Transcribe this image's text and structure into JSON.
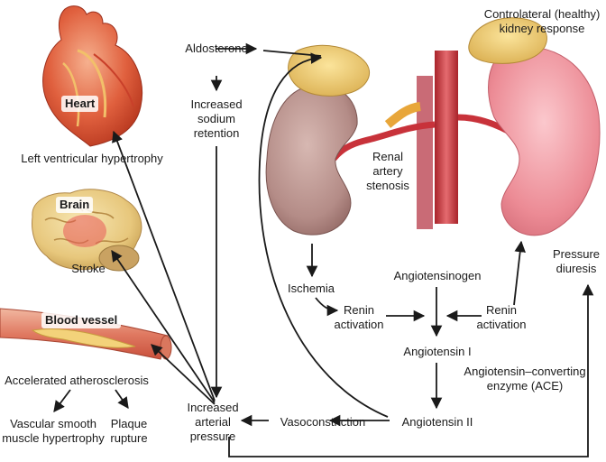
{
  "organs": {
    "heart": "Heart",
    "brain": "Brain",
    "blood_vessel": "Blood vessel",
    "contralateral": [
      "Controlateral (healthy)",
      "kidney response"
    ]
  },
  "effects": {
    "lvh": "Left ventricular hypertrophy",
    "stroke": "Stroke",
    "atherosclerosis": "Accelerated atherosclerosis",
    "vsmh": [
      "Vascular smooth",
      "muscle hypertrophy"
    ],
    "plaque": [
      "Plaque",
      "rupture"
    ]
  },
  "pathway": {
    "aldosterone": "Aldosterone",
    "sodium": [
      "Increased",
      "sodium",
      "retention"
    ],
    "renal_stenosis": [
      "Renal",
      "artery",
      "stenosis"
    ],
    "ischemia": "Ischemia",
    "renin_left": [
      "Renin",
      "activation"
    ],
    "renin_right": [
      "Renin",
      "activation"
    ],
    "angiotensinogen": "Angiotensinogen",
    "angiotensin1": "Angiotensin I",
    "ace": [
      "Angiotensin–converting",
      "enzyme  (ACE)"
    ],
    "angiotensin2": "Angiotensin II",
    "vasoconstriction": "Vasoconstriction",
    "pressure": [
      "Increased",
      "arterial",
      "pressure"
    ],
    "diuresis": [
      "Pressure",
      "diuresis"
    ]
  }
}
